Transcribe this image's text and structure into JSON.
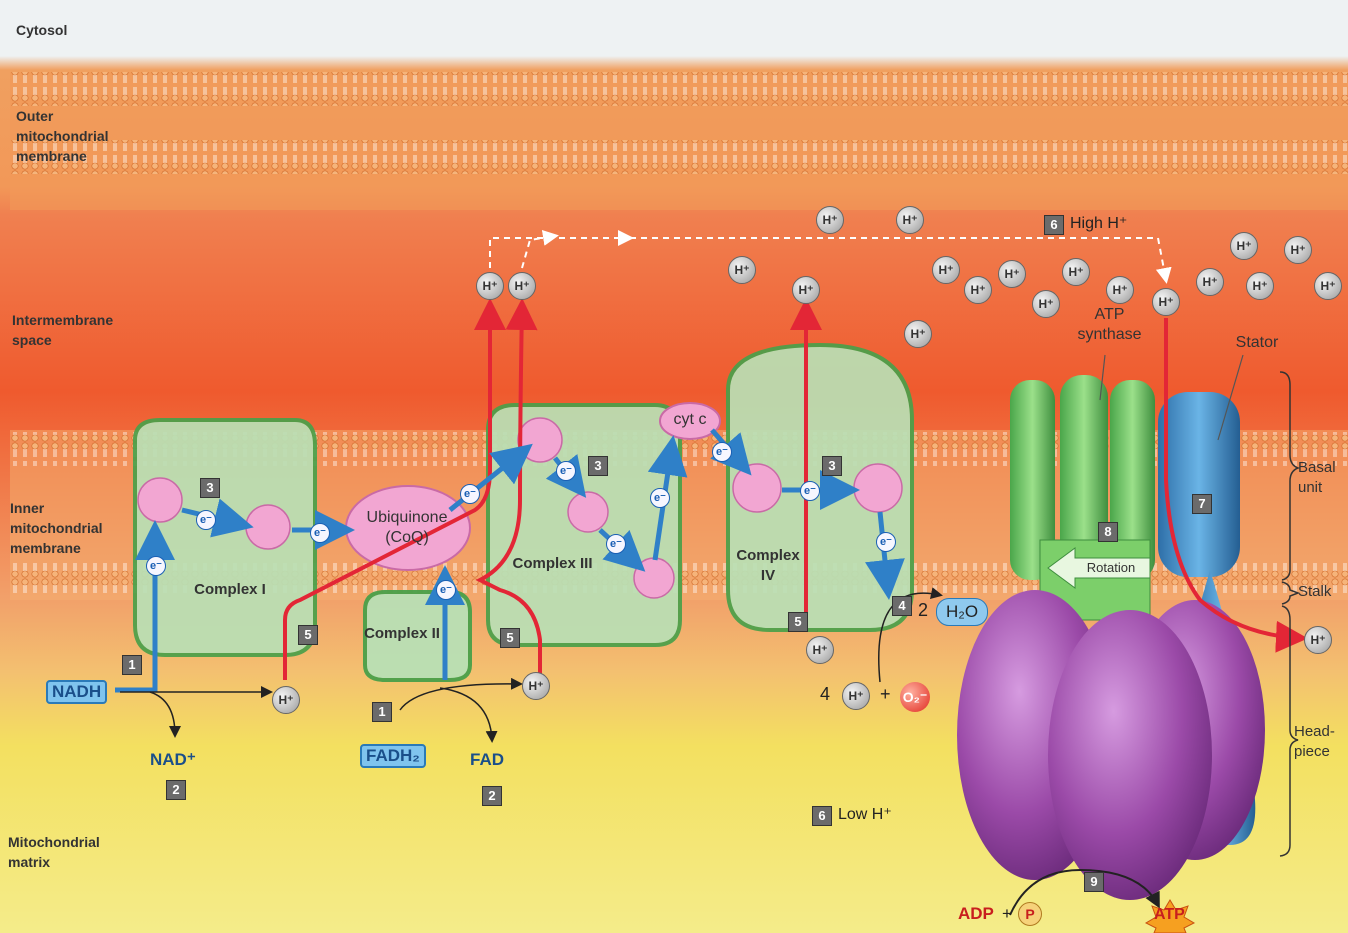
{
  "regions": {
    "cytosol": "Cytosol",
    "outer_membrane": "Outer mitochondrial membrane",
    "intermembrane_space": "Intermembrane space",
    "inner_membrane": "Inner mitochondrial membrane",
    "matrix": "Mitochondrial matrix"
  },
  "complexes": {
    "complex1": "Complex I",
    "complex2": "Complex II",
    "complex3": "Complex III",
    "complex4": "Complex IV",
    "ubiquinone": "Ubiquinone (CoQ)",
    "cytc": "cyt c",
    "atp_synthase": "ATP synthase",
    "stator": "Stator",
    "rotation": "Rotation"
  },
  "molecules": {
    "nadh": "NADH",
    "nad": "NAD⁺",
    "fadh2": "FADH₂",
    "fad": "FAD",
    "h2o": "H₂O",
    "o2": "O₂⁻",
    "adp": "ADP",
    "p": "P",
    "atp": "ATP",
    "hplus": "H⁺",
    "eminus": "e⁻",
    "two": "2",
    "four": "4",
    "plus": "+"
  },
  "labels": {
    "high_h": "High H⁺",
    "low_h": "Low H⁺",
    "basal_unit": "Basal unit",
    "stalk": "Stalk",
    "headpiece": "Head-piece"
  },
  "steps": [
    "1",
    "2",
    "3",
    "4",
    "5",
    "6",
    "7",
    "8",
    "9"
  ],
  "colors": {
    "membrane_orange": "#f08a3c",
    "intermembrane_red": "#ef5a2e",
    "matrix_yellow": "#f3e35a",
    "complex_green": "#b9e0b5",
    "complex_border": "#4aa04a",
    "center_pink": "#f2a6d2",
    "electron_blue": "#2f80c8",
    "proton_red": "#e32636",
    "headpiece_purple": "#9b4aa8",
    "stator_blue": "#3a8ec8",
    "atp_green": "#6cc24a"
  }
}
